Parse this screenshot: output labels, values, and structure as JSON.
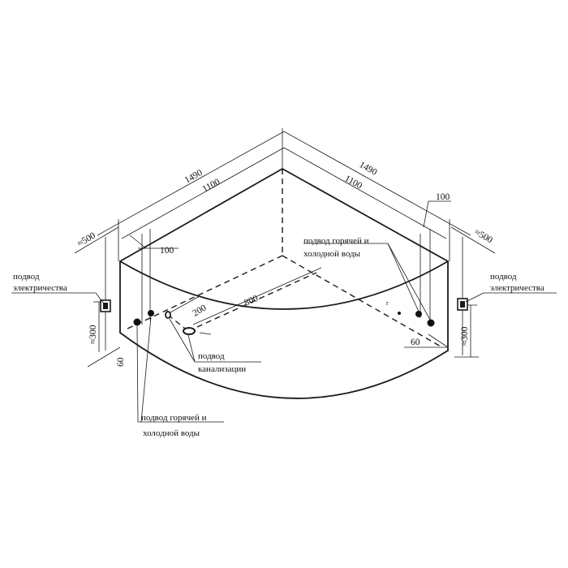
{
  "dimensions": {
    "left_total": "1490",
    "left_inner": "1100",
    "right_total": "1490",
    "right_inner": "1100",
    "left_offset": "100",
    "right_offset": "100",
    "left_side": "≈500",
    "right_side": "≈500",
    "left_height": "≈300",
    "right_height": "≈300",
    "left_bottom": "60",
    "right_bottom": "60",
    "drain_offset": "200",
    "drain_span": "800",
    "radius_mark": "r"
  },
  "labels": {
    "power_left_line1": "подвод",
    "power_left_line2": "электричества",
    "power_right_line1": "подвод",
    "power_right_line2": "электричества",
    "water_top_line1": "подвод горячей и",
    "water_top_line2": "холодной воды",
    "water_bottom_line1": "подвод горячей и",
    "water_bottom_line2": "холодной воды",
    "drain_line1": "подвод",
    "drain_line2": "канализации"
  },
  "colors": {
    "line": "#1a1a1a",
    "background": "#ffffff"
  }
}
